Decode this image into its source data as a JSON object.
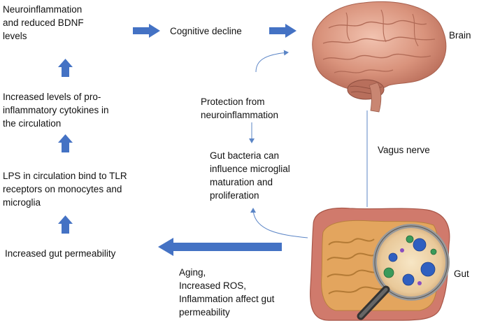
{
  "left_chain": {
    "box1": "Neuroinflammation\nand reduced BDNF\nlevels",
    "box2": "Increased levels of pro-\ninflammatory cytokines in\nthe circulation",
    "box3": "LPS in circulation bind to TLR\nreceptors on monocytes and\nmicroglia",
    "box4": "Increased gut permeability"
  },
  "top": {
    "cognitive_decline": "Cognitive decline"
  },
  "organs": {
    "brain_label": "Brain",
    "gut_label": "Gut",
    "vagus_label": "Vagus nerve"
  },
  "middle": {
    "protection": "Protection from\nneuroinflammation",
    "gut_bacteria": "Gut bacteria can\ninfluence  microglial\nmaturation and\nproliferation"
  },
  "bottom": {
    "aging": "Aging,\nIncreased ROS,\nInflammation affect gut\npermeability"
  },
  "colors": {
    "arrow_fill": "#4472c4",
    "line": "#5b85c6",
    "brain": "#d4907a",
    "gut": "#c8665c"
  }
}
